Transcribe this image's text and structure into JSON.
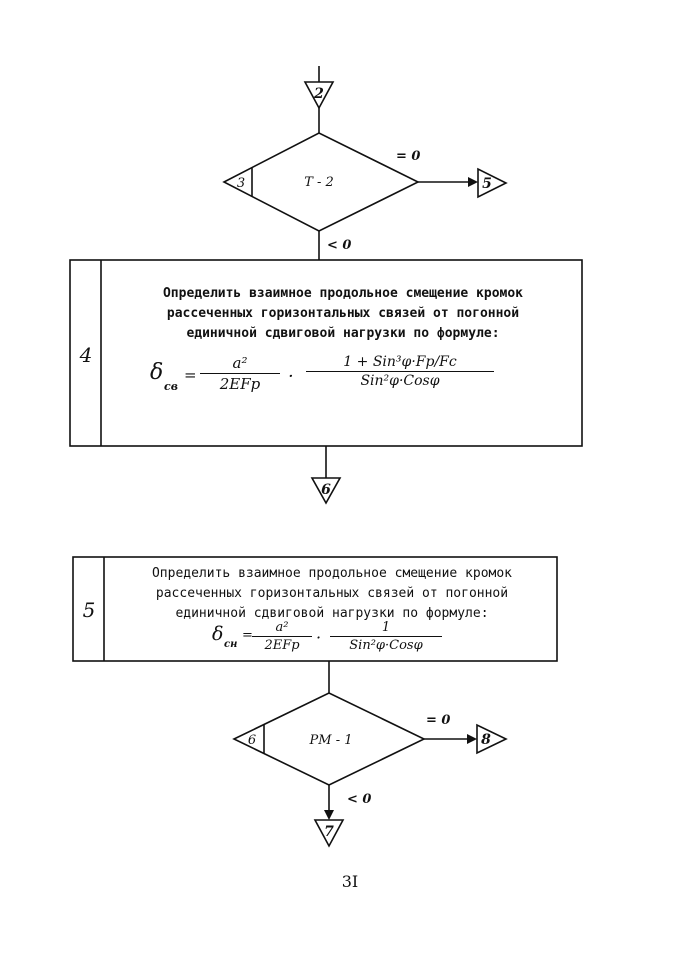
{
  "connectors": {
    "c_2": "2",
    "c_5_out": "5",
    "c_6_out": "6",
    "c_8_out": "8",
    "c_7_out": "7"
  },
  "decision_1": {
    "number": "3",
    "label": "Т - 2",
    "branch_right": "= 0",
    "branch_down": "< 0"
  },
  "decision_2": {
    "number": "6",
    "label": "РМ - 1",
    "branch_right": "= 0",
    "branch_down": "< 0"
  },
  "block_4": {
    "number": "4",
    "lines": [
      "Определить взаимное продольное смещение кромок",
      "рассеченных горизонтальных связей от погонной",
      "единичной сдвиговой нагрузки по формуле:"
    ],
    "formula": {
      "lhs": "δ",
      "lhs_sub": "св",
      "eq": "=",
      "frac1_num": "a²",
      "frac1_den": "2EFр",
      "dot": "·",
      "frac2_num": "1 + Sin³φ·Fр/Fс",
      "frac2_den": "Sin²φ·Cosφ"
    }
  },
  "block_5": {
    "number": "5",
    "lines": [
      "Определить взаимное продольное смещение кромок",
      "рассеченных горизонтальных связей от погонной",
      "единичной сдвиговой нагрузки по формуле:"
    ],
    "formula": {
      "lhs": "δ",
      "lhs_sub": "сн",
      "eq": "=",
      "frac1_num": "a²",
      "frac1_den": "2EFр",
      "dot": "·",
      "frac2_num": "1",
      "frac2_den": "Sin²φ·Cosφ"
    }
  },
  "page_number": "3I"
}
